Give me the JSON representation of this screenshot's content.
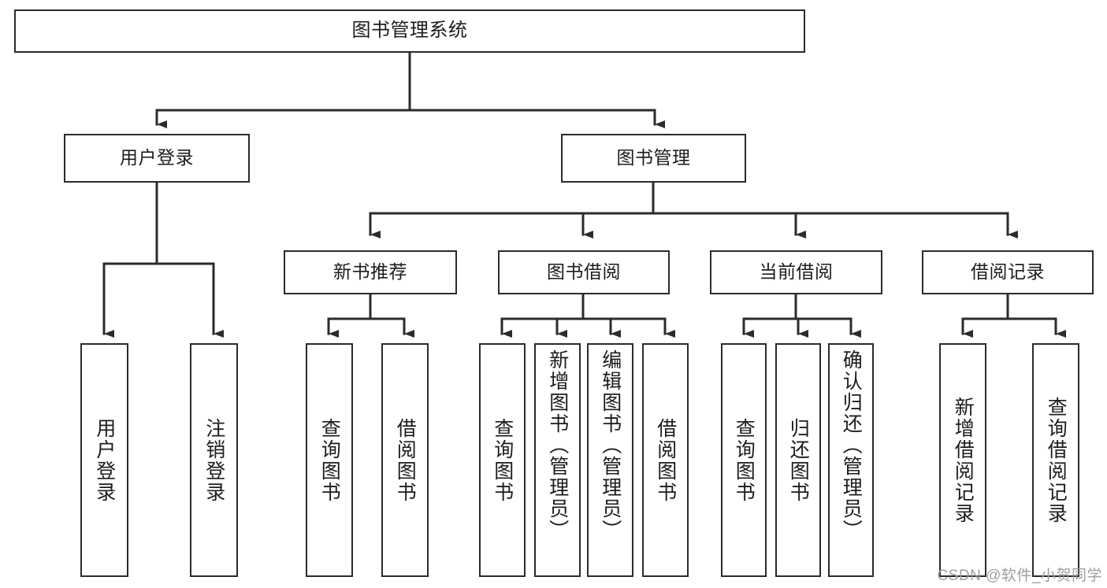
{
  "diagram": {
    "title": "图书管理系统",
    "type": "tree-hierarchy",
    "root": {
      "label": "图书管理系统"
    },
    "level2": [
      {
        "label": "用户登录"
      },
      {
        "label": "图书管理"
      }
    ],
    "level3": [
      {
        "label": "新书推荐"
      },
      {
        "label": "图书借阅"
      },
      {
        "label": "当前借阅"
      },
      {
        "label": "借阅记录"
      }
    ],
    "leaves": {
      "user_login": [
        {
          "label": "用户登录"
        },
        {
          "label": "注销登录"
        }
      ],
      "new_book_recommend": [
        {
          "label": "查询图书"
        },
        {
          "label": "借阅图书"
        }
      ],
      "book_borrow": [
        {
          "label": "查询图书"
        },
        {
          "label": "新增图书（管理员）"
        },
        {
          "label": "编辑图书（管理员）"
        },
        {
          "label": "借阅图书"
        }
      ],
      "current_borrow": [
        {
          "label": "查询图书"
        },
        {
          "label": "归还图书"
        },
        {
          "label": "确认归还（管理员）"
        }
      ],
      "borrow_record": [
        {
          "label": "新增借阅记录"
        },
        {
          "label": "查询借阅记录"
        }
      ]
    }
  },
  "watermark": {
    "text": "CSDN @软件_小贺同学"
  },
  "colors": {
    "box_border": "#2b2b2b",
    "box_fill": "#ffffff",
    "line": "#2b2b2b",
    "text": "#1c1c1c",
    "watermark": "#9e9e9e",
    "background": "#ffffff"
  }
}
